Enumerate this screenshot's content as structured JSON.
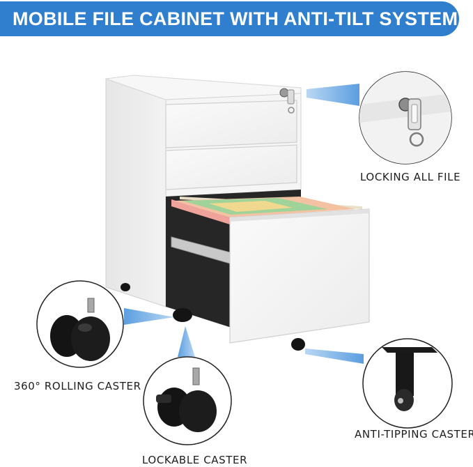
{
  "banner": {
    "title": "MOBILE FILE CABINET WITH ANTI-TILT SYSTEM",
    "color": "#2f7fce"
  },
  "callouts": {
    "lock": "LOCKING ALL FILE",
    "rolling_caster": "360°  ROLLING CASTER",
    "lockable_caster": "LOCKABLE CASTER",
    "anti_tipping_caster": "ANTI-TIPPING CASTER"
  },
  "colors": {
    "accent": "#2f7fce",
    "pointer": "#7fb4e6",
    "cabinet": "#f4f4f4",
    "caster": "#141414"
  },
  "icons": [
    "cabinet-image",
    "lock-detail-image",
    "rolling-caster-image",
    "lockable-caster-image",
    "anti-tipping-caster-image"
  ]
}
